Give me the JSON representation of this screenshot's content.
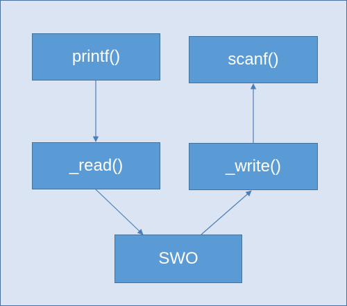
{
  "diagram": {
    "nodes": {
      "printf": "printf()",
      "scanf": "scanf()",
      "read": "_read()",
      "write": "_write()",
      "swo": "SWO"
    },
    "edges": [
      {
        "from": "printf()",
        "to": "_read()"
      },
      {
        "from": "_read()",
        "to": "SWO"
      },
      {
        "from": "SWO",
        "to": "_write()"
      },
      {
        "from": "_write()",
        "to": "scanf()"
      }
    ],
    "colors": {
      "background": "#dbe4f3",
      "node_fill": "#5b9bd5",
      "node_border": "#41719c",
      "edge": "#4a7ebb",
      "text": "#ffffff"
    }
  }
}
